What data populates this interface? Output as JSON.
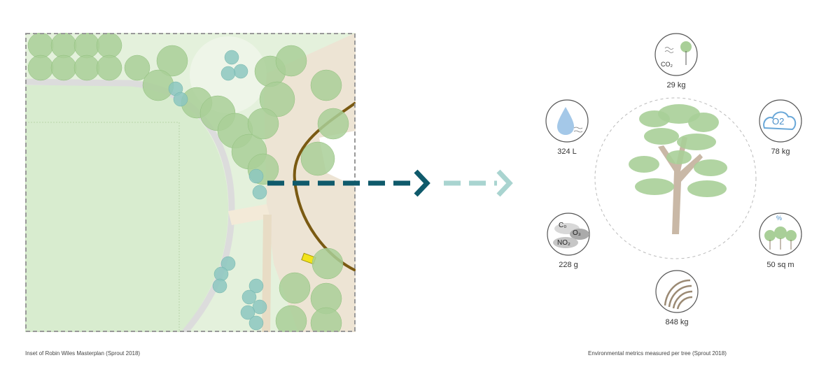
{
  "left_panel": {
    "caption": "Inset of Robin Wiles Masterplan (Sprout 2018)"
  },
  "right_panel": {
    "caption": "Environmental metrics measured per tree (Sprout 2018)"
  },
  "metrics": {
    "co2": {
      "icon_text": "CO₂",
      "value": "29 kg"
    },
    "o2": {
      "icon_text": "O2",
      "value": "78 kg"
    },
    "canopy": {
      "icon_text": "%",
      "value": "50 sq m"
    },
    "wood": {
      "value": "848 kg"
    },
    "pollutants": {
      "icon_text_1": "C₀",
      "icon_text_2": "O₃",
      "icon_text_3": "NO₂",
      "value": "228 g"
    },
    "water": {
      "value": "324 L"
    }
  },
  "colors": {
    "arrow_dark": "#0f5a6b",
    "arrow_light": "#a9d4d0",
    "tree_green": "#a9cf98",
    "trunk": "#c9b8a6",
    "field": "#d8eccf"
  }
}
